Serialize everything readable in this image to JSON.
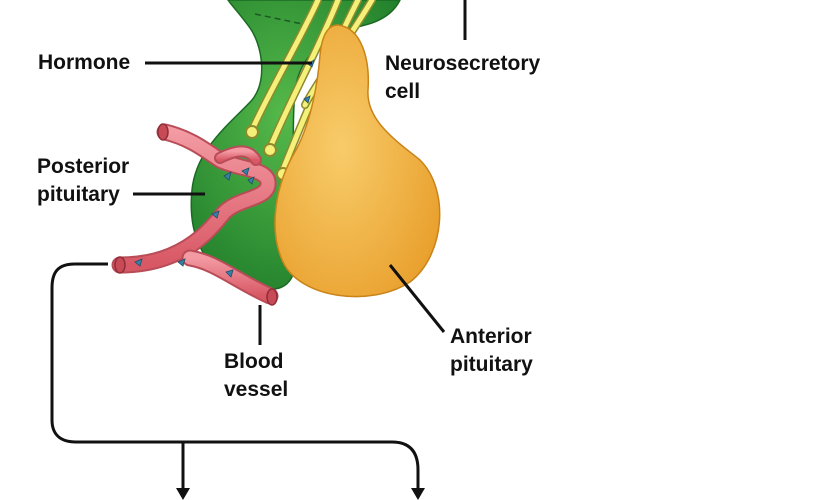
{
  "labels": {
    "hormone": "Hormone",
    "neurosecretory": [
      "Neurosecretory",
      "cell"
    ],
    "posterior": [
      "Posterior",
      "pituitary"
    ],
    "anterior": [
      "Anterior",
      "pituitary"
    ],
    "blood_vessel": [
      "Blood",
      "vessel"
    ]
  },
  "colors": {
    "posterior_lobe": "#2f9a35",
    "anterior_lobe": "#f0ad35",
    "axon": "#f4f07a",
    "blood_vessel": "#e8707a",
    "hormone_marker": "#3a7fa6",
    "leader_line": "#111111"
  }
}
